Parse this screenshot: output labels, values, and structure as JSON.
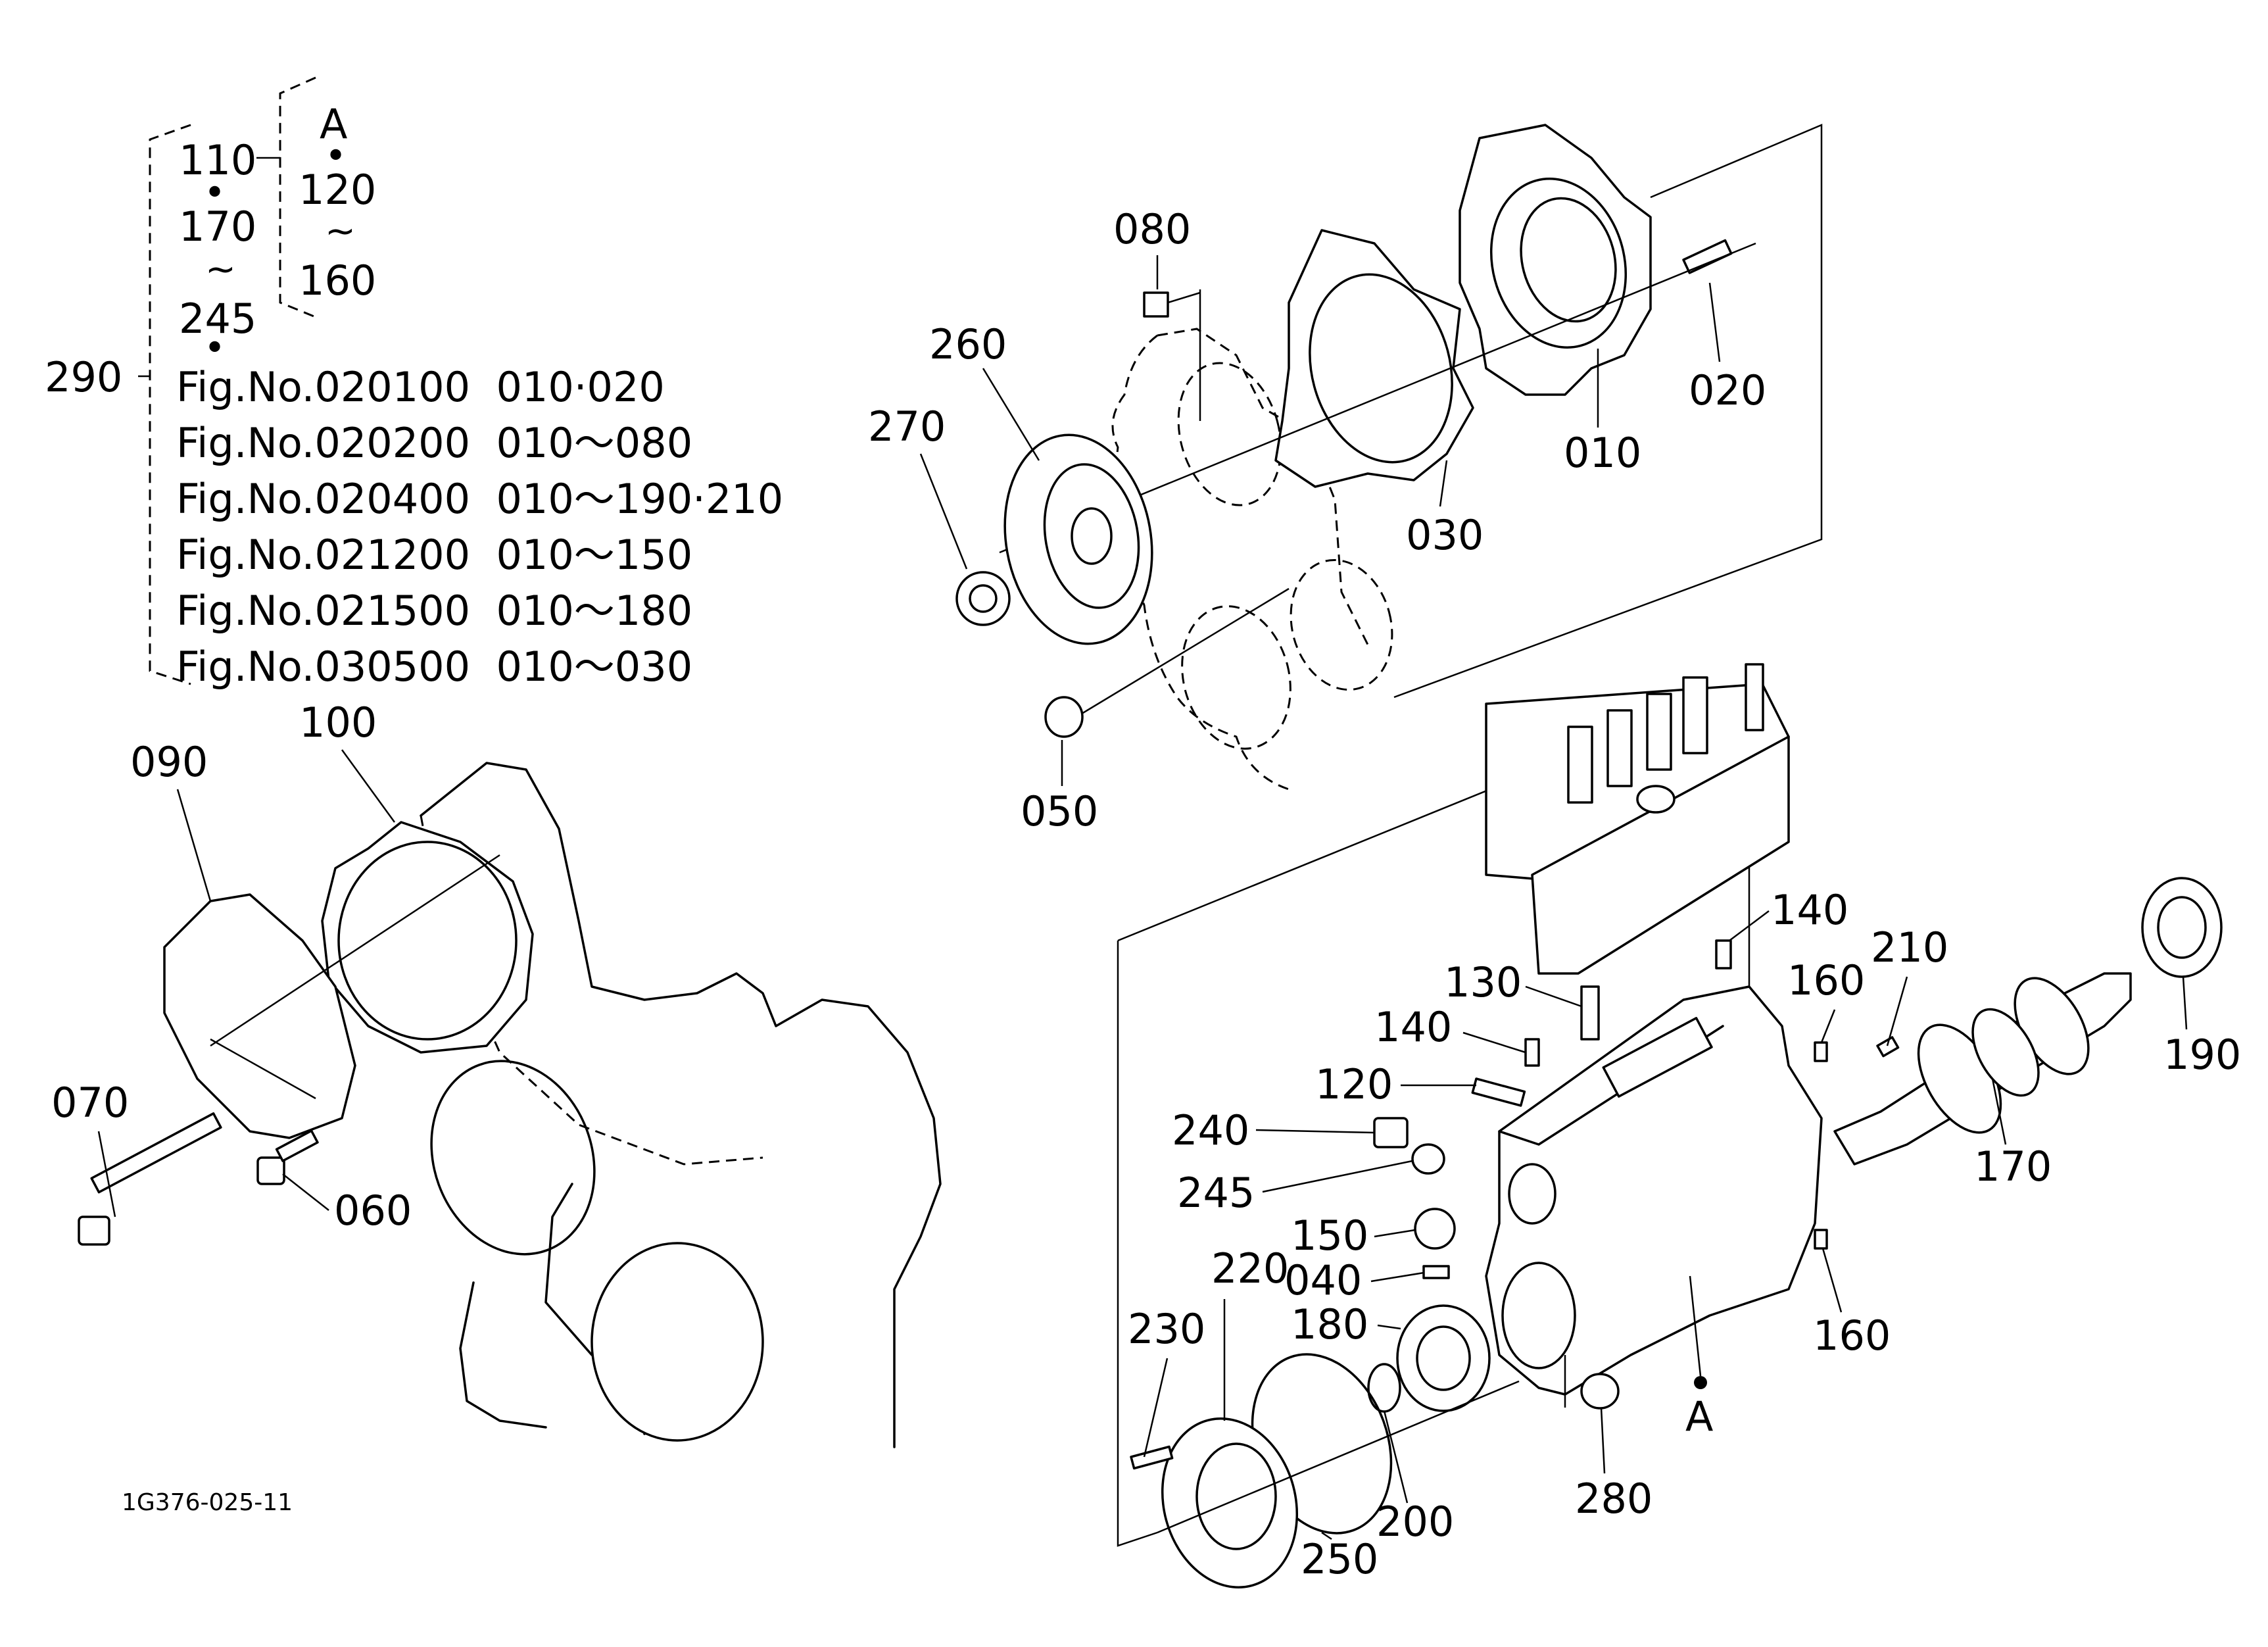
{
  "drawing_code": "1G376-025-11",
  "group_legend": {
    "group": "290",
    "members_top": [
      "110",
      "170",
      "245"
    ],
    "members_sub": [
      "A",
      "120",
      "160"
    ],
    "separator_dot": "•",
    "separator_range": "~",
    "references": [
      "Fig.No.020100  010·020",
      "Fig.No.020200  010～080",
      "Fig.No.020400  010～190·210",
      "Fig.No.021200  010～150",
      "Fig.No.021500  010～180",
      "Fig.No.030500  010～030"
    ]
  },
  "callouts": {
    "p010": "010",
    "p020": "020",
    "p030": "030",
    "p040": "040",
    "p050": "050",
    "p060": "060",
    "p070": "070",
    "p080": "080",
    "p090": "090",
    "p100": "100",
    "p120": "120",
    "p130": "130",
    "p140a": "140",
    "p140b": "140",
    "p150": "150",
    "p160a": "160",
    "p160b": "160",
    "p170": "170",
    "p180": "180",
    "p190": "190",
    "p200": "200",
    "p210": "210",
    "p220": "220",
    "p230": "230",
    "p240": "240",
    "p245": "245",
    "p250": "250",
    "p260": "260",
    "p270": "270",
    "p280": "280",
    "pointA": "A"
  }
}
